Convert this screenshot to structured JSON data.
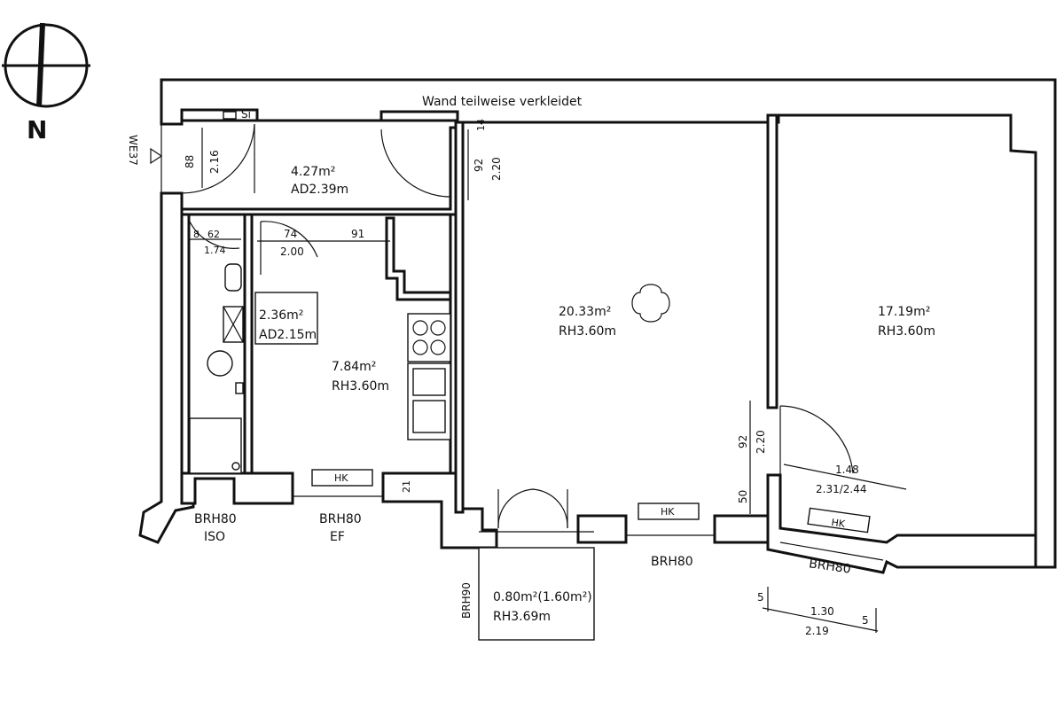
{
  "compass": {
    "north_label": "N"
  },
  "top_note": "Wand  teilweise  verkleidet",
  "entrance_label": "WE37",
  "switch_label": "Si",
  "rooms": {
    "hall": {
      "area": "4.27m²",
      "height": "AD2.39m"
    },
    "bath": {
      "area": "2.36m²",
      "height": "AD2.15m"
    },
    "kitchen": {
      "area": "7.84m²",
      "height": "RH3.60m"
    },
    "living": {
      "area": "20.33m²",
      "height": "RH3.60m"
    },
    "bedroom": {
      "area": "17.19m²",
      "height": "RH3.60m"
    },
    "balcony": {
      "area": "0.80m²(1.60m²)",
      "height": "RH3.69m"
    }
  },
  "dimensions": {
    "hall_door_a": "88",
    "hall_door_b": "2.16",
    "living_door_a": "92",
    "living_door_b": "2.20",
    "living_door_c": "14",
    "bath_door_a": "8",
    "bath_door_b": "62",
    "bath_door_c": "1.74",
    "kitchen_door_a": "74",
    "kitchen_door_b": "2.00",
    "kitchen_width": "91",
    "kitchen_window": "21",
    "bed_door_a": "92",
    "bed_door_b": "2.20",
    "bed_side": "50",
    "bed_diag_a": "1.48",
    "bed_diag_b": "2.31/2.44",
    "bottom_a": "5",
    "bottom_b": "1.30",
    "bottom_c": "2.19",
    "bottom_d": "5"
  },
  "heaters": {
    "kitchen": "HK",
    "living": "HK",
    "bedroom": "HK"
  },
  "windows": {
    "bath": {
      "line1": "BRH80",
      "line2": "ISO"
    },
    "kitchen": {
      "line1": "BRH80",
      "line2": "EF"
    },
    "living": {
      "line1": "BRH80"
    },
    "bedroom": {
      "line1": "BRH80"
    },
    "balcony": {
      "line1": "BRH90"
    }
  }
}
